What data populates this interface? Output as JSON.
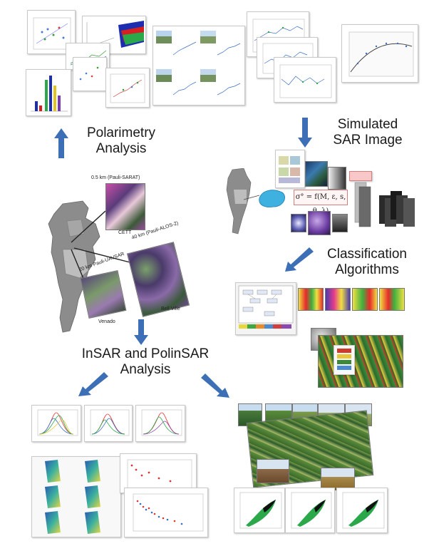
{
  "headings": {
    "polarimetry": [
      "Polarimetry",
      "Analysis"
    ],
    "simulated": [
      "Simulated",
      "SAR Image"
    ],
    "classification": [
      "Classification",
      "Algorithms"
    ],
    "insar": [
      "InSAR and PolinSAR",
      "Analysis"
    ]
  },
  "map_labels": {
    "saraT": "0.5 km (Pauli-SARAT)",
    "cett": "CETT",
    "alos": "40 km (Pauli-ALOS-2)",
    "uavsar": "20 km Pauli-UAVSAR",
    "bellville": "Bell Ville",
    "venado": "Venado"
  },
  "equation": "σ° = f(M, ε, s, θ, λ)",
  "colors": {
    "arrow": "#3d6fb6",
    "map_gray": "#8c8c8c",
    "map_light": "#bdbdbd",
    "heading_text": "#1a1a1a"
  }
}
